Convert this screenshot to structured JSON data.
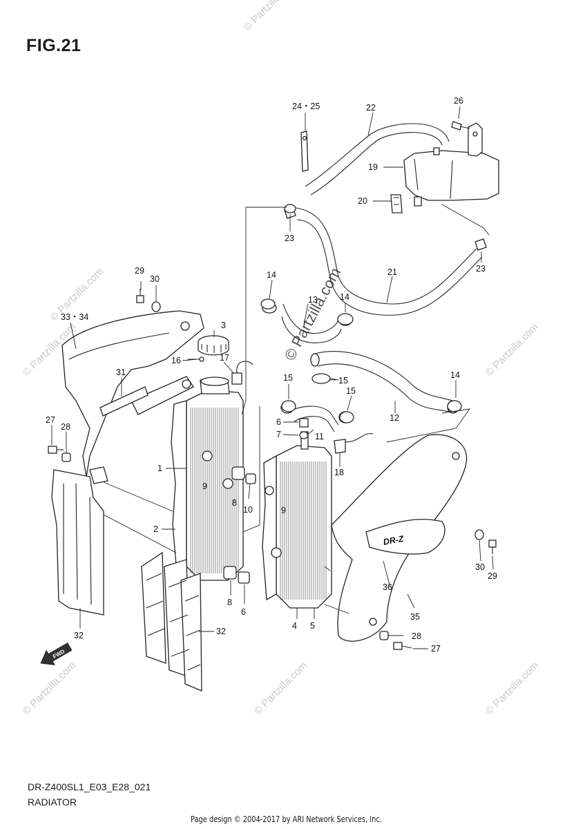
{
  "figure": {
    "title": "FIG.21",
    "model_code": "DR-Z400SL1_E03_E28_021",
    "section_name": "RADIATOR",
    "footer_credit": "Page design © 2004-2017 by ARI Network Services, Inc."
  },
  "watermark": {
    "text": "© Partzilla.com"
  },
  "arrow_badge": {
    "text": "FWD"
  },
  "callouts": {
    "c1": "1",
    "c2": "2",
    "c3": "3",
    "c4": "4",
    "c5": "5",
    "c6a": "6",
    "c6b": "6",
    "c7": "7",
    "c8a": "8",
    "c8b": "8",
    "c9a": "9",
    "c9b": "9",
    "c10": "10",
    "c11": "11",
    "c12": "12",
    "c13": "13",
    "c14a": "14",
    "c14b": "14",
    "c14c": "14",
    "c15a": "15",
    "c15b": "15",
    "c15c": "15",
    "c16": "16",
    "c17": "17",
    "c18": "18",
    "c19": "19",
    "c20": "20",
    "c21": "21",
    "c22": "22",
    "c23a": "23",
    "c23b": "23",
    "c2425": "24・25",
    "c26": "26",
    "c27a": "27",
    "c27b": "27",
    "c28a": "28",
    "c28b": "28",
    "c29a": "29",
    "c29b": "29",
    "c30a": "30",
    "c30b": "30",
    "c31": "31",
    "c32a": "32",
    "c32b": "32",
    "c3334": "33・34",
    "c35": "35",
    "c36": "36"
  }
}
